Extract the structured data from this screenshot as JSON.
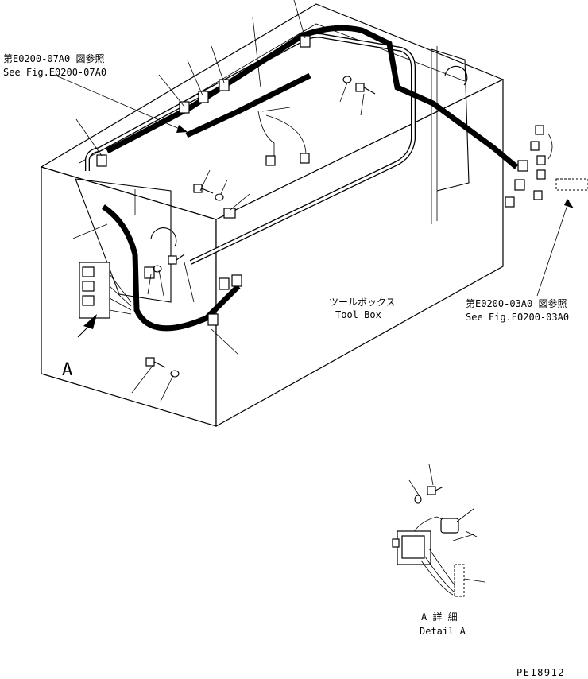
{
  "references": {
    "top_left_jp": "第E0200-07A0 図参照",
    "top_left_en": "See Fig.E0200-07A0",
    "right_jp": "第E0200-03A0 図参照",
    "right_en": "See Fig.E0200-03A0"
  },
  "toolbox": {
    "label_jp": "ツールボックス",
    "label_en": "Tool Box"
  },
  "detail": {
    "marker": "A",
    "label_jp": "A 詳 細",
    "label_en": "Detail A"
  },
  "drawing_number": "PE18912"
}
